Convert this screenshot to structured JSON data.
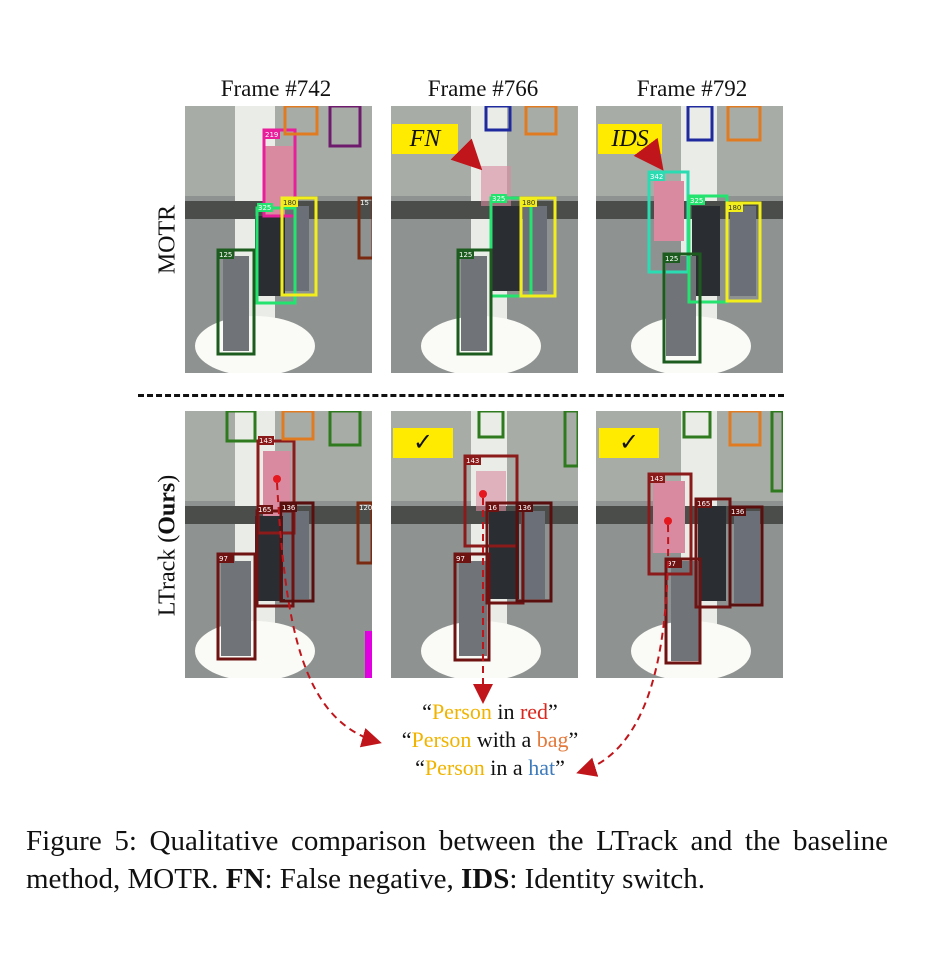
{
  "columns": [
    "Frame #742",
    "Frame #766",
    "Frame #792"
  ],
  "rows": {
    "top_label": "MOTR",
    "bottom_label_prefix": "LTrack (",
    "bottom_label_bold": "Ours",
    "bottom_label_suffix": ")"
  },
  "tags": {
    "fn": "FN",
    "ids": "IDS",
    "check": "✓"
  },
  "track_ids": {
    "motr_742": [
      "219",
      "325",
      "180",
      "125",
      "15"
    ],
    "motr_766": [
      "325",
      "180",
      "125"
    ],
    "motr_792": [
      "342",
      "325",
      "180",
      "125"
    ],
    "ltrack_742": [
      "143",
      "165",
      "136",
      "97",
      "120"
    ],
    "ltrack_766": [
      "143",
      "16",
      "136",
      "97"
    ],
    "ltrack_792": [
      "143",
      "165",
      "136",
      "97"
    ]
  },
  "queries": [
    {
      "open": "“",
      "w1": "Person",
      "w2": " in ",
      "w3": "red",
      "close": "”"
    },
    {
      "open": "“",
      "w1": "Person",
      "w2": " with a ",
      "w3": "bag",
      "close": "”"
    },
    {
      "open": "“",
      "w1": "Person",
      "w2": " in a ",
      "w3": "hat",
      "close": "”"
    }
  ],
  "caption": {
    "lead": "Figure 5: Qualitative comparison between the LTrack and the baseline method, MOTR. ",
    "fn_bold": "FN",
    "fn_text": ": False negative, ",
    "ids_bold": "IDS",
    "ids_text": ": Identity switch."
  },
  "colors": {
    "accent_yellow": "#ffeb00",
    "ltrack_box": "#8b1a1a",
    "arrow": "#c0161b"
  }
}
